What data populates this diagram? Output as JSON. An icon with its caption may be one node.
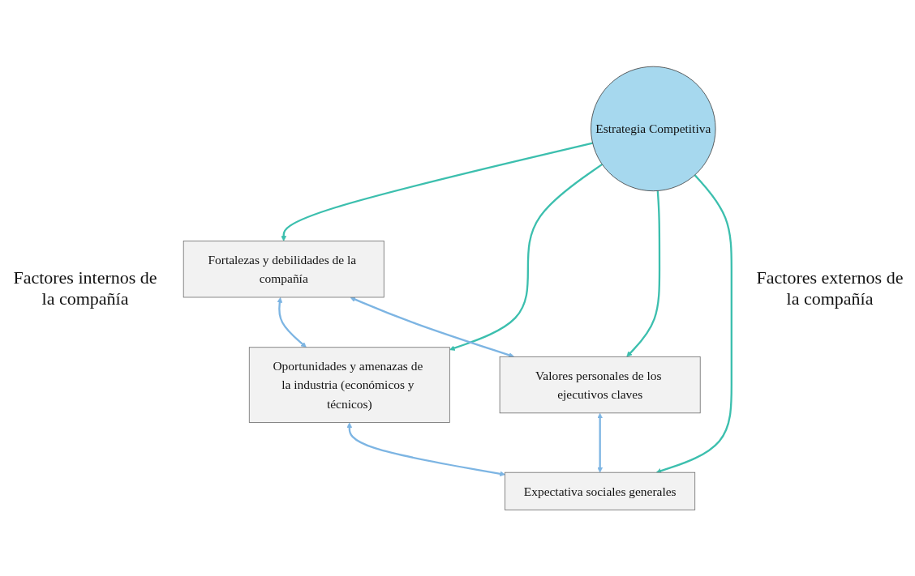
{
  "diagram": {
    "nodes": [
      {
        "text": [
          "Fortalezas y debilidades de la compañía"
        ]
      },
      {
        "text": [
          "Oportunidades y amenazas de la industria (económicos y técnicos)"
        ]
      },
      {
        "text": [
          "Estrategia Competitiva"
        ]
      },
      {
        "text": [
          "Valores personales de los ejecutivos claves"
        ]
      },
      {
        "text": [
          "Expectativa sociales generales"
        ]
      }
    ],
    "edges": [
      {
        "from": 0,
        "to": 1,
        "arrow": "both"
      },
      {
        "from": 2,
        "to": 0,
        "arrow": "to",
        "color": "#3cbfae"
      },
      {
        "from": 2,
        "to": 1,
        "arrow": "to",
        "color": "#3cbfae"
      },
      {
        "from": 0,
        "to": 3,
        "arrow": "both"
      },
      {
        "from": 1,
        "to": 4,
        "arrow": "both"
      },
      {
        "from": 2,
        "to": 3,
        "arrow": "to",
        "color": "#3cbfae"
      },
      {
        "from": 2,
        "to": 4,
        "arrow": "to",
        "color": "#3cbfae"
      },
      {
        "from": 3,
        "to": 4,
        "arrow": "both"
      }
    ],
    "labels": [
      "Factores internos de la compañía",
      "Factores externos de la compañía"
    ]
  }
}
